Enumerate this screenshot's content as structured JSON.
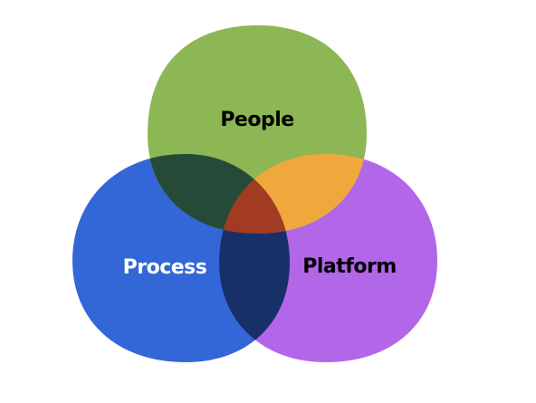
{
  "diagram": {
    "type": "venn-3",
    "sets": [
      {
        "id": "people",
        "label": "People",
        "color": "#8db654",
        "label_color": "#000000"
      },
      {
        "id": "process",
        "label": "Process",
        "color": "#3366d6",
        "label_color": "#ffffff"
      },
      {
        "id": "platform",
        "label": "Platform",
        "color": "#b266e8",
        "label_color": "#000000"
      }
    ],
    "intersections": {
      "people_process": "#264a38",
      "people_platform": "#f0a83c",
      "process_platform": "#17306a",
      "all_three": "#a33a22"
    }
  }
}
